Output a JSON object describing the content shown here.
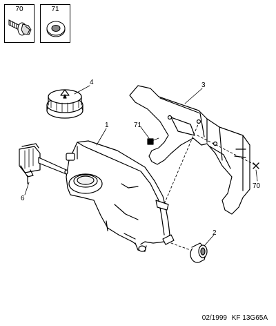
{
  "insets": [
    {
      "number": "70",
      "icon": "flange-bolt-icon"
    },
    {
      "number": "71",
      "icon": "washer-icon"
    }
  ],
  "callouts": {
    "tank": "1",
    "grommet": "2",
    "bracket": "3",
    "filler_cap": "4",
    "level_sensor": "6",
    "bracket_washer": "71",
    "bracket_bolt": "70"
  },
  "footer": {
    "date": "02/1999",
    "reference": "KF 13G65A"
  }
}
